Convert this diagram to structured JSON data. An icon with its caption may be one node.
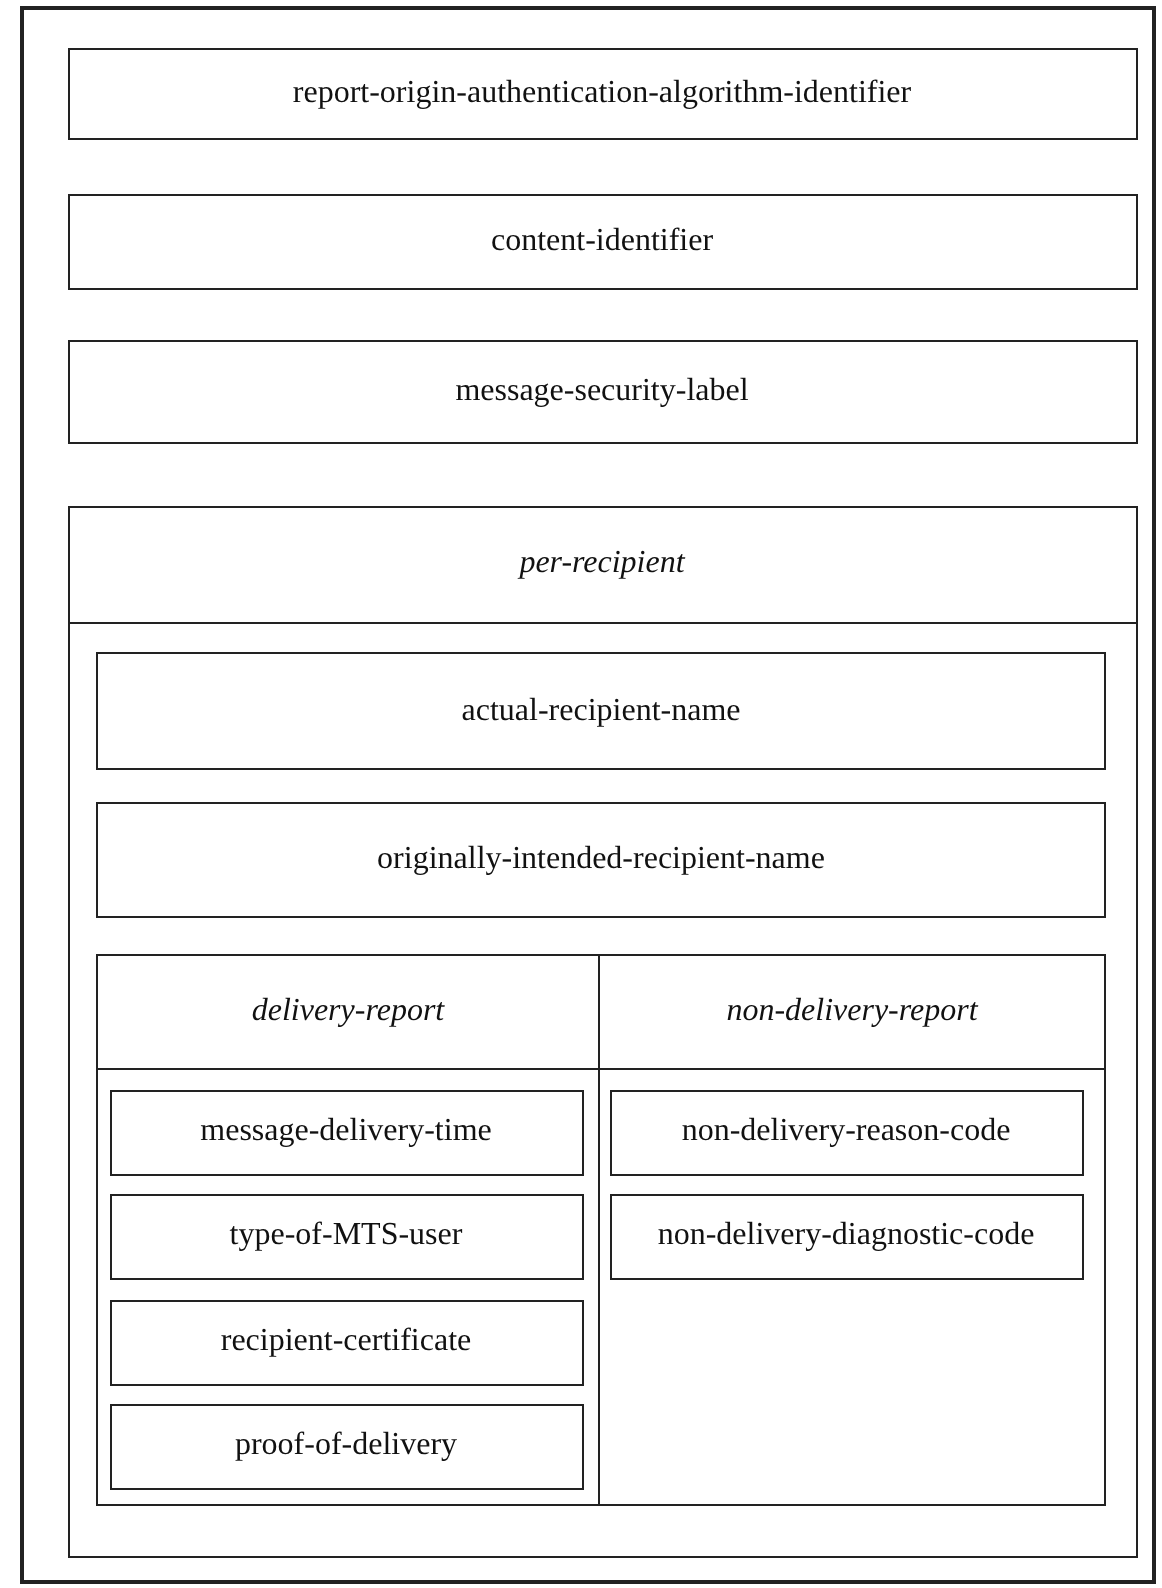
{
  "diagram": {
    "nodes": [
      {
        "text": [],
        "shape": "box"
      },
      {
        "text": [
          "report-origin-authentication-algorithm-identifier"
        ],
        "in": 0
      },
      {
        "text": [
          "content-identifier"
        ],
        "in": 0
      },
      {
        "text": [
          "message-security-label"
        ],
        "in": 0
      },
      {
        "text": [
          "per-recipient"
        ],
        "in": 0
      },
      {
        "text": [
          "actual-recipient-name"
        ],
        "in": 4
      },
      {
        "text": [
          "originally-intended-recipient-name"
        ],
        "in": 4
      },
      {
        "text": [
          "delivery-report"
        ],
        "in": 4
      },
      {
        "text": [
          "non-delivery-report"
        ],
        "in": 4
      },
      {
        "text": [
          "message-delivery-time"
        ],
        "in": 7
      },
      {
        "text": [
          "type-of-MTS-user"
        ],
        "in": 7
      },
      {
        "text": [
          "recipient-certificate"
        ],
        "in": 7
      },
      {
        "text": [
          "proof-of-delivery"
        ],
        "in": 7
      },
      {
        "text": [
          "non-delivery-reason-code"
        ],
        "in": 8
      },
      {
        "text": [
          "non-delivery-diagnostic-code"
        ],
        "in": 8
      }
    ],
    "edges": []
  }
}
